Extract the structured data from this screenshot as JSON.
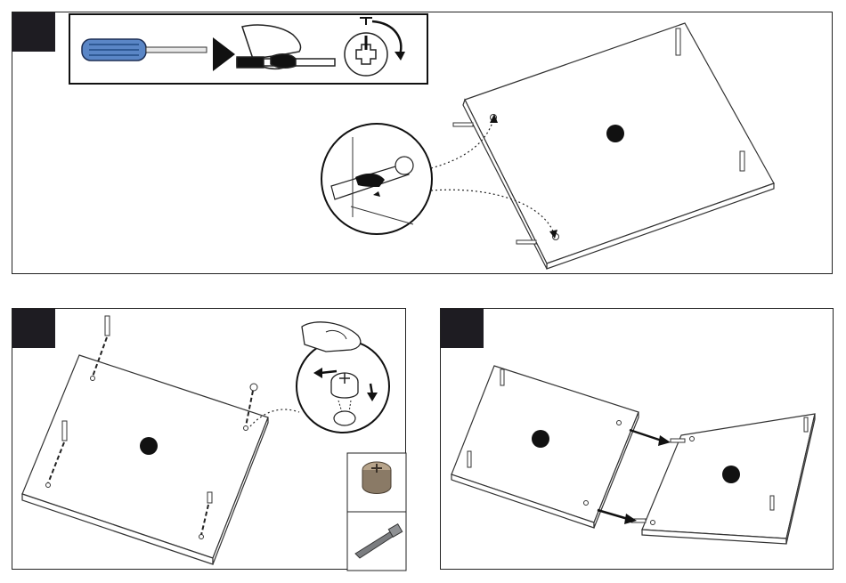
{
  "steps": [
    {
      "id": "step-a",
      "label": ""
    },
    {
      "id": "step-b",
      "label": ""
    },
    {
      "id": "step-c",
      "label": ""
    }
  ],
  "colors": {
    "outline": "#2a2a2a",
    "badge": "#1e1c22",
    "screwdriver_handle": "#5a86c6",
    "screwdriver_handle_dark": "#2f5a95",
    "cam_metal": "#8a7a66"
  },
  "icons": [
    "screwdriver-icon",
    "arrow-right-icon",
    "hand-with-screwdriver-icon",
    "clockwise-rotation-icon",
    "cam-lock-icon",
    "dowel-bolt-icon"
  ]
}
